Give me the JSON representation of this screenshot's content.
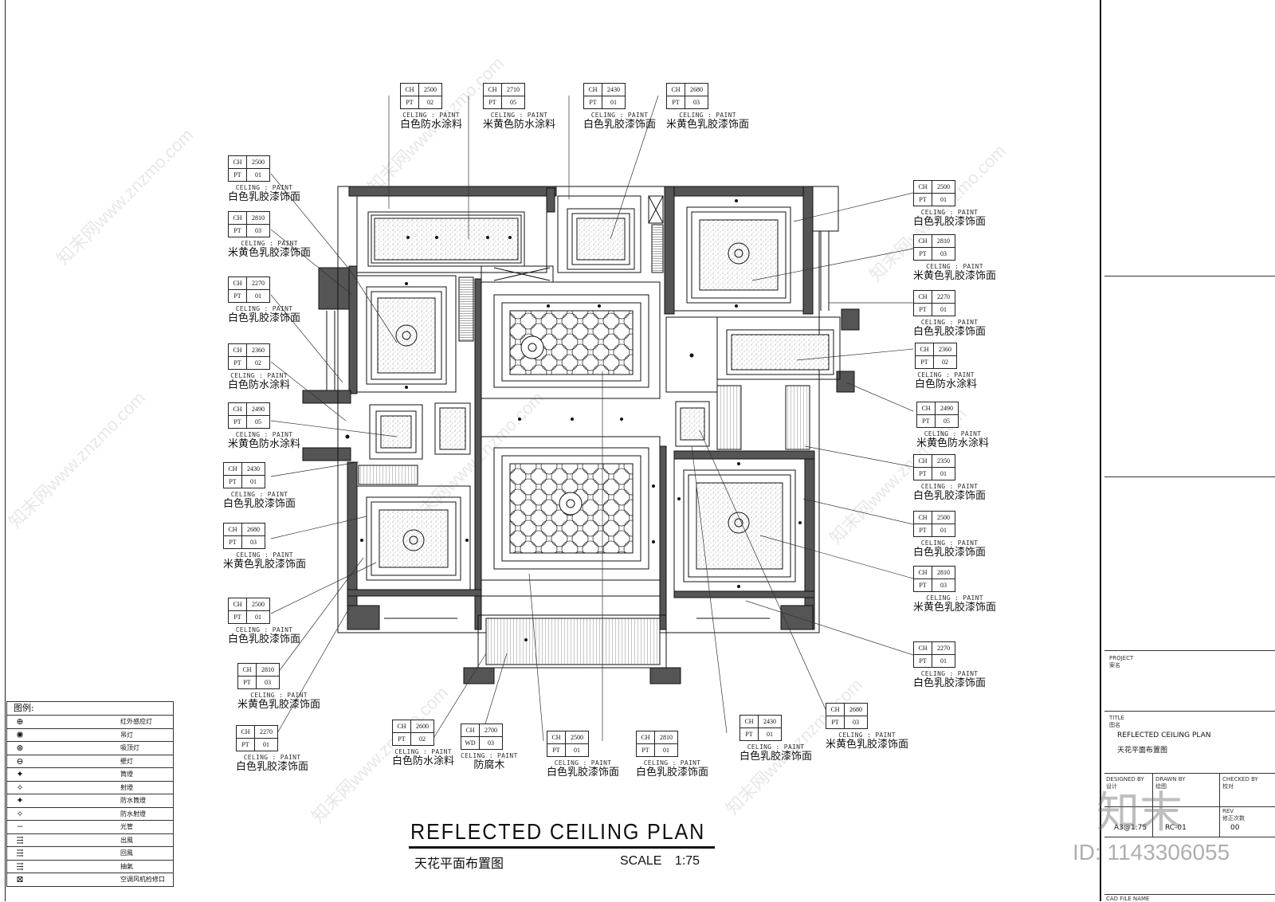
{
  "plan": {
    "title": "REFLECTED  CEILING  PLAN",
    "subtitle_cn": "天花平面布置图",
    "scale_label": "SCALE",
    "scale_value": "1:75"
  },
  "tag_common": {
    "ch_key": "CH",
    "celing_text": "CELING : PAINT"
  },
  "tags": [
    {
      "ch": "2500",
      "code": "PT",
      "num": "02",
      "mat": "白色防水涂料"
    },
    {
      "ch": "2710",
      "code": "PT",
      "num": "05",
      "mat": "米黄色防水涂料"
    },
    {
      "ch": "2430",
      "code": "PT",
      "num": "01",
      "mat": "白色乳胶漆饰面"
    },
    {
      "ch": "2680",
      "code": "PT",
      "num": "03",
      "mat": "米黄色乳胶漆饰面"
    },
    {
      "ch": "2500",
      "code": "PT",
      "num": "01",
      "mat": "白色乳胶漆饰面"
    },
    {
      "ch": "2810",
      "code": "PT",
      "num": "03",
      "mat": "米黄色乳胶漆饰面"
    },
    {
      "ch": "2270",
      "code": "PT",
      "num": "01",
      "mat": "白色乳胶漆饰面"
    },
    {
      "ch": "2360",
      "code": "PT",
      "num": "02",
      "mat": "白色防水涂料"
    },
    {
      "ch": "2490",
      "code": "PT",
      "num": "05",
      "mat": "米黄色防水涂料"
    },
    {
      "ch": "2430",
      "code": "PT",
      "num": "01",
      "mat": "白色乳胶漆饰面"
    },
    {
      "ch": "2680",
      "code": "PT",
      "num": "03",
      "mat": "米黄色乳胶漆饰面"
    },
    {
      "ch": "2500",
      "code": "PT",
      "num": "01",
      "mat": "白色乳胶漆饰面"
    },
    {
      "ch": "2810",
      "code": "PT",
      "num": "03",
      "mat": "米黄色乳胶漆饰面"
    },
    {
      "ch": "2270",
      "code": "PT",
      "num": "01",
      "mat": "白色乳胶漆饰面"
    },
    {
      "ch": "2500",
      "code": "PT",
      "num": "01",
      "mat": "白色乳胶漆饰面"
    },
    {
      "ch": "2810",
      "code": "PT",
      "num": "03",
      "mat": "米黄色乳胶漆饰面"
    },
    {
      "ch": "2270",
      "code": "PT",
      "num": "01",
      "mat": "白色乳胶漆饰面"
    },
    {
      "ch": "2360",
      "code": "PT",
      "num": "02",
      "mat": "白色防水涂料"
    },
    {
      "ch": "2490",
      "code": "PT",
      "num": "05",
      "mat": "米黄色防水涂料"
    },
    {
      "ch": "2350",
      "code": "PT",
      "num": "01",
      "mat": "白色乳胶漆饰面"
    },
    {
      "ch": "2500",
      "code": "PT",
      "num": "01",
      "mat": "白色乳胶漆饰面"
    },
    {
      "ch": "2810",
      "code": "PT",
      "num": "03",
      "mat": "米黄色乳胶漆饰面"
    },
    {
      "ch": "2270",
      "code": "PT",
      "num": "01",
      "mat": "白色乳胶漆饰面"
    },
    {
      "ch": "2600",
      "code": "PT",
      "num": "02",
      "mat": "白色防水涂料"
    },
    {
      "ch": "2700",
      "code": "WD",
      "num": "03",
      "mat": "防腐木"
    },
    {
      "ch": "2500",
      "code": "PT",
      "num": "01",
      "mat": "白色乳胶漆饰面"
    },
    {
      "ch": "2810",
      "code": "PT",
      "num": "01",
      "mat": "白色乳胶漆饰面"
    },
    {
      "ch": "2430",
      "code": "PT",
      "num": "01",
      "mat": "白色乳胶漆饰面"
    },
    {
      "ch": "2680",
      "code": "PT",
      "num": "03",
      "mat": "米黄色乳胶漆饰面"
    }
  ],
  "legend": {
    "heading": "图例:",
    "items": [
      {
        "icon": "infrared-sensor-light-icon",
        "glyph": "⊕",
        "label": "红外感应灯"
      },
      {
        "icon": "pendant-light-icon",
        "glyph": "✺",
        "label": "吊灯"
      },
      {
        "icon": "ceiling-light-icon",
        "glyph": "⊛",
        "label": "吸顶灯"
      },
      {
        "icon": "wall-lamp-icon",
        "glyph": "⊖",
        "label": "壁灯"
      },
      {
        "icon": "downlight-icon",
        "glyph": "✦",
        "label": "筒燈"
      },
      {
        "icon": "spotlight-icon",
        "glyph": "✧",
        "label": "射燈"
      },
      {
        "icon": "waterproof-downlight-icon",
        "glyph": "✦",
        "label": "防水筒燈"
      },
      {
        "icon": "waterproof-spotlight-icon",
        "glyph": "✧",
        "label": "防水射燈"
      },
      {
        "icon": "light-tube-icon",
        "glyph": "┄",
        "label": "光管"
      },
      {
        "icon": "supply-air-icon",
        "glyph": "⇶",
        "label": "出風"
      },
      {
        "icon": "return-air-icon",
        "glyph": "⇶",
        "label": "回風"
      },
      {
        "icon": "exhaust-icon",
        "glyph": "⇶",
        "label": "抽氣"
      },
      {
        "icon": "ac-access-panel-icon",
        "glyph": "⊠",
        "label": "空调风机检修口"
      }
    ]
  },
  "title_block": {
    "project_label": "PROJECT",
    "project_label_cn": "案名",
    "title_label": "TITLE",
    "title_label_cn": "图名",
    "title_value": "REFLECTED  CEILING  PLAN",
    "title_value_cn": "天花平面布置图",
    "designed_by": "DESIGNED BY",
    "designed_by_cn": "设计",
    "drawn_by": "DRAWN BY",
    "drawn_by_cn": "绘图",
    "checked_by": "CHECKED BY",
    "checked_by_cn": "校对",
    "scale_value": "A3@1:75",
    "drawing_no": "RC-01",
    "rev_label": "REV",
    "rev_label_cn": "修正次数",
    "rev_value": "00",
    "cad_file_label": "CAD FILE NAME"
  },
  "watermark": {
    "site": "知末网www.znzmo.com",
    "id_text": "ID: 1143306055",
    "logo": "知末"
  }
}
